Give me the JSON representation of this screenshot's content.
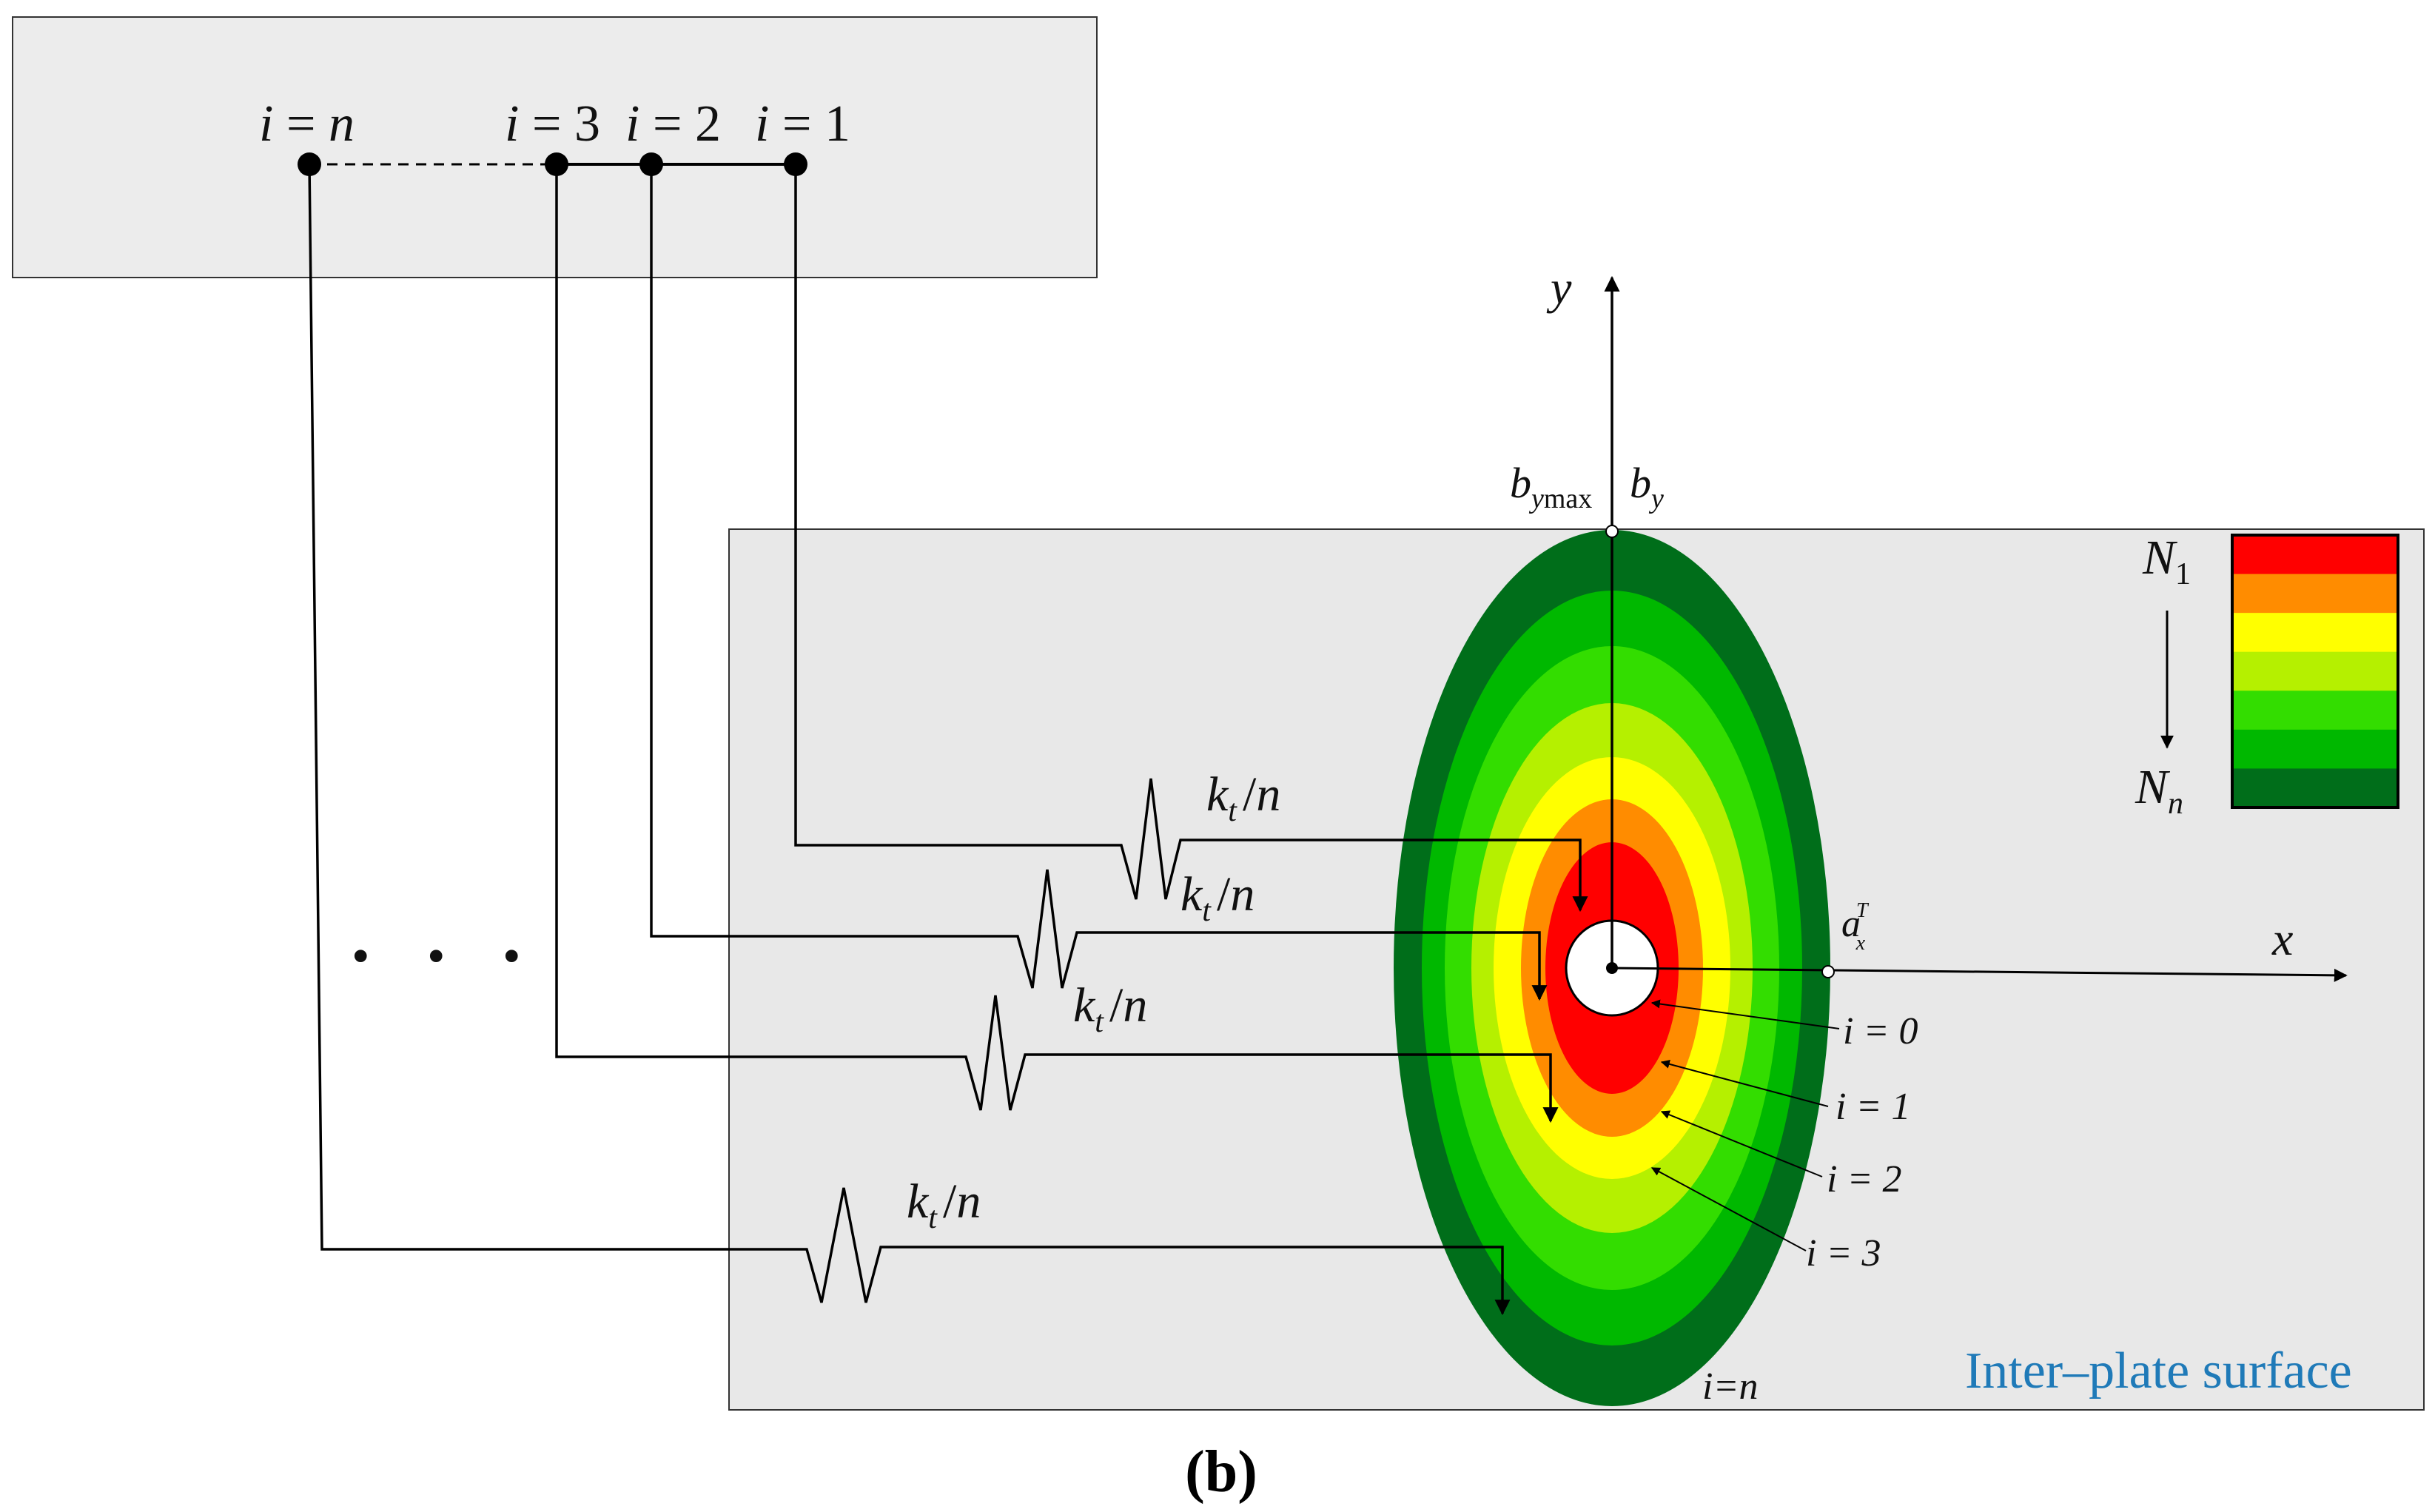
{
  "top_plate": {
    "nodes": [
      {
        "prefix": "i",
        "value": "n"
      },
      {
        "prefix": "i",
        "value": "3"
      },
      {
        "prefix": "i",
        "value": "2"
      },
      {
        "prefix": "i",
        "value": "1"
      }
    ],
    "equals": " = "
  },
  "axes": {
    "x": "x",
    "y": "y"
  },
  "b_ymax": {
    "base": "b",
    "sub1": "y",
    "sub2": "max"
  },
  "b_y": {
    "base": "b",
    "sub": "y"
  },
  "a_x": {
    "base": "a",
    "sub": "x",
    "sup": "T"
  },
  "spring": {
    "k": "k",
    "sub": "t",
    "slash": "/",
    "n": "n"
  },
  "ellipse_labels": [
    "i = 0",
    "i = 1",
    "i = 2",
    "i = 3"
  ],
  "ring_last_label": "i=n",
  "legend": {
    "top": {
      "base": "N",
      "sub": "1"
    },
    "bottom": {
      "base": "N",
      "sub": "n"
    },
    "colors": [
      "#ff0000",
      "#ff8c00",
      "#ffff00",
      "#b5f000",
      "#33dd00",
      "#00b800",
      "#006e1a"
    ]
  },
  "ring_colors": [
    "#ff0000",
    "#ff8c00",
    "#ffff00",
    "#b5f000",
    "#33dd00",
    "#00b800",
    "#006e1a"
  ],
  "surface_label": "Inter–plate surface",
  "caption": {
    "open": "(",
    "letter": "b",
    "close": ")"
  },
  "ellipsis": "• • •"
}
